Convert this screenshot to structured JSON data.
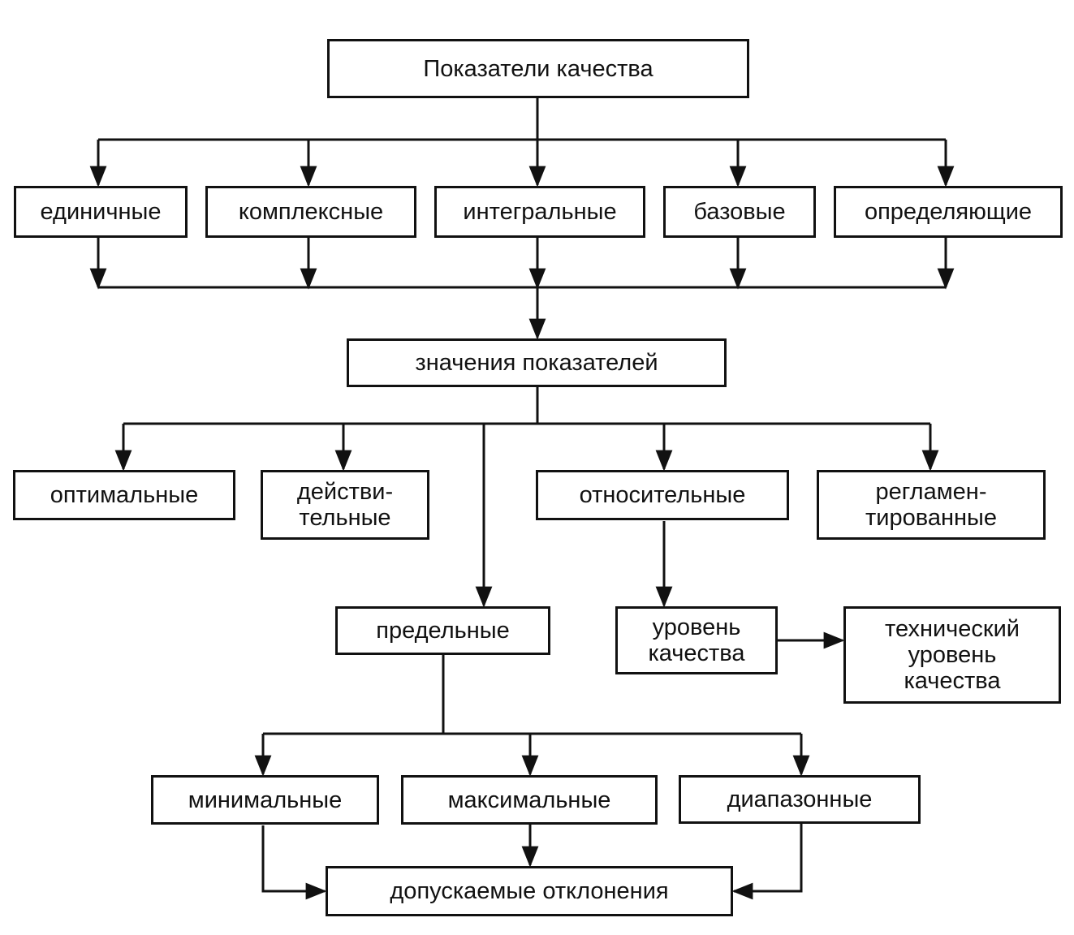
{
  "diagram": {
    "nodes": {
      "root": "Показатели качества",
      "single": "единичные",
      "complex": "комплексные",
      "integral": "интегральные",
      "base": "базовые",
      "defining": "определяющие",
      "values": "значения показателей",
      "optimal": "оптимальные",
      "actual": "действи-\nтельные",
      "relative": "относительные",
      "regulated": "регламен-\nтированные",
      "limit": "предельные",
      "quality_level": "уровень\nкачества",
      "tech_quality_level": "технический\nуровень\nкачества",
      "minimal": "минимальные",
      "maximal": "максимальные",
      "range": "диапазонные",
      "tolerances": "допускаемые отклонения"
    },
    "colors": {
      "line": "#111111",
      "box_border": "#111111",
      "background": "#ffffff"
    }
  }
}
